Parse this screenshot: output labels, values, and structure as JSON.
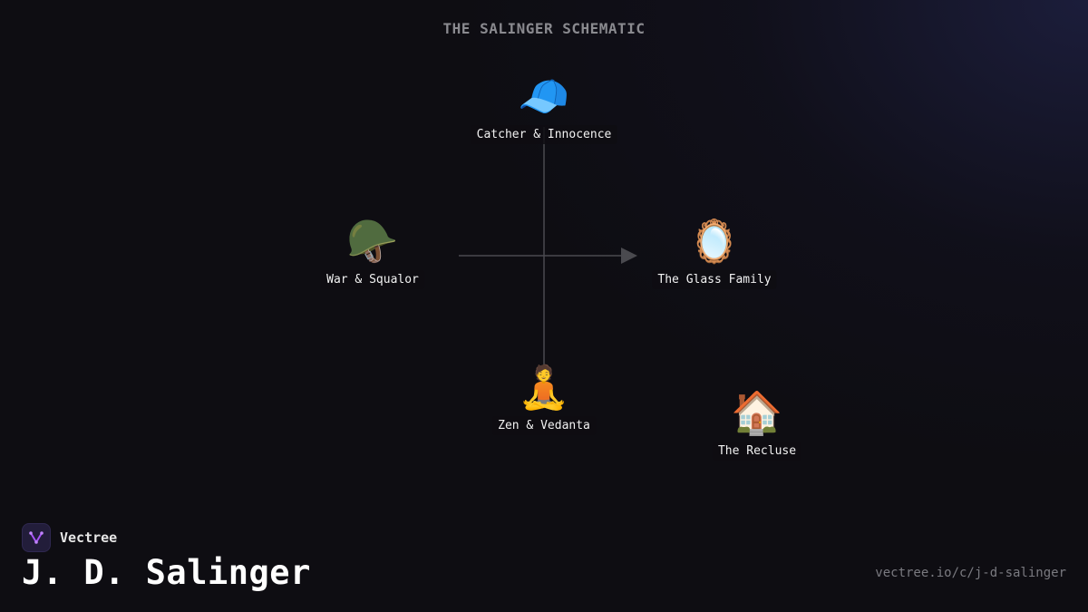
{
  "title": "THE SALINGER SCHEMATIC",
  "nodes": [
    {
      "id": "catcher",
      "label": "Catcher & Innocence",
      "icon": "baseball-cap-icon",
      "emoji": "🧢"
    },
    {
      "id": "war",
      "label": "War & Squalor",
      "icon": "military-helmet-icon",
      "emoji": "🪖"
    },
    {
      "id": "glass",
      "label": "The Glass Family",
      "icon": "mirror-icon",
      "emoji": "🪞"
    },
    {
      "id": "zen",
      "label": "Zen & Vedanta",
      "icon": "meditating-person-icon",
      "emoji": "🧘"
    },
    {
      "id": "recluse",
      "label": "The Recluse",
      "icon": "house-icon",
      "emoji": "🏠"
    }
  ],
  "edges": [
    {
      "from": "catcher",
      "to": "zen",
      "arrow": false
    },
    {
      "from": "war",
      "to": "glass",
      "arrow": true
    }
  ],
  "brand": {
    "name": "Vectree",
    "icon": "vectree-logo-icon",
    "accent": "#a855f7"
  },
  "page_heading": "J. D. Salinger",
  "url": "vectree.io/c/j-d-salinger",
  "colors": {
    "background": "#0e0d12",
    "connector": "#4a4a4f",
    "title": "#8a8a8f"
  }
}
